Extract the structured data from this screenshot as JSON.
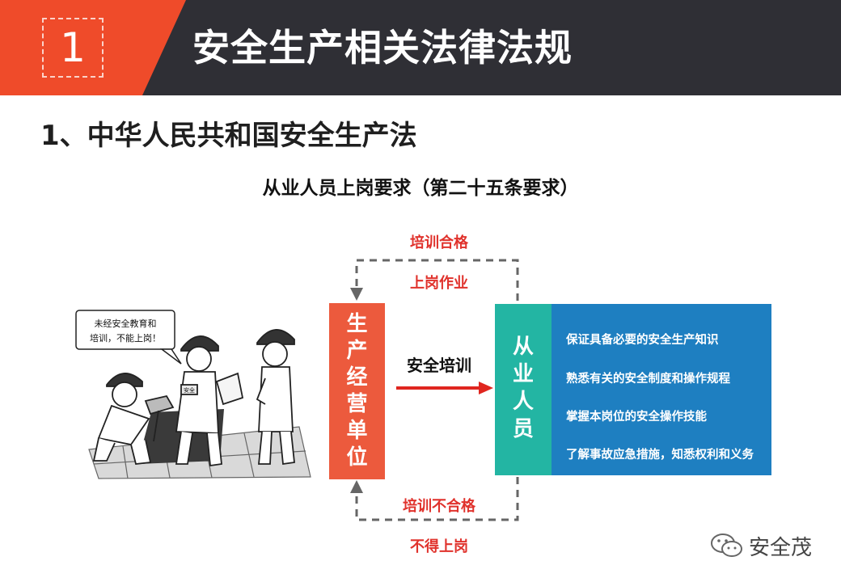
{
  "header": {
    "number": "1",
    "title": "安全生产相关法律法规"
  },
  "section": {
    "title": "1、中华人民共和国安全生产法"
  },
  "diagram": {
    "heading": "从业人员上岗要求（第二十五条要求）",
    "loop_top": {
      "upper": "培训合格",
      "lower": "上岗作业"
    },
    "loop_bottom": {
      "upper": "培训不合格",
      "lower": "不得上岗"
    },
    "unit_chars": [
      "生",
      "产",
      "经",
      "营",
      "单",
      "位"
    ],
    "arrow_label": "安全培训",
    "staff_chars": [
      "从",
      "业",
      "人",
      "员"
    ],
    "requirements": [
      "保证具备必要的安全生产知识",
      "熟悉有关的安全制度和操作规程",
      "掌握本岗位的安全操作技能",
      "了解事故应急措施，知悉权利和义务"
    ],
    "cartoon": {
      "speech": [
        "未经安全教育和",
        "培训，不能上岗！"
      ],
      "armband": "安全"
    }
  },
  "watermark": {
    "text": "安全茂",
    "icon": "wechat-icon"
  },
  "colors": {
    "header_dark": "#2f2f35",
    "header_red": "#ef4b2a",
    "label_red": "#e0322c",
    "unit_orange": "#ec5a3d",
    "staff_teal": "#23b5a3",
    "req_blue": "#1e7fc1",
    "arrow_red": "#e0261f"
  }
}
